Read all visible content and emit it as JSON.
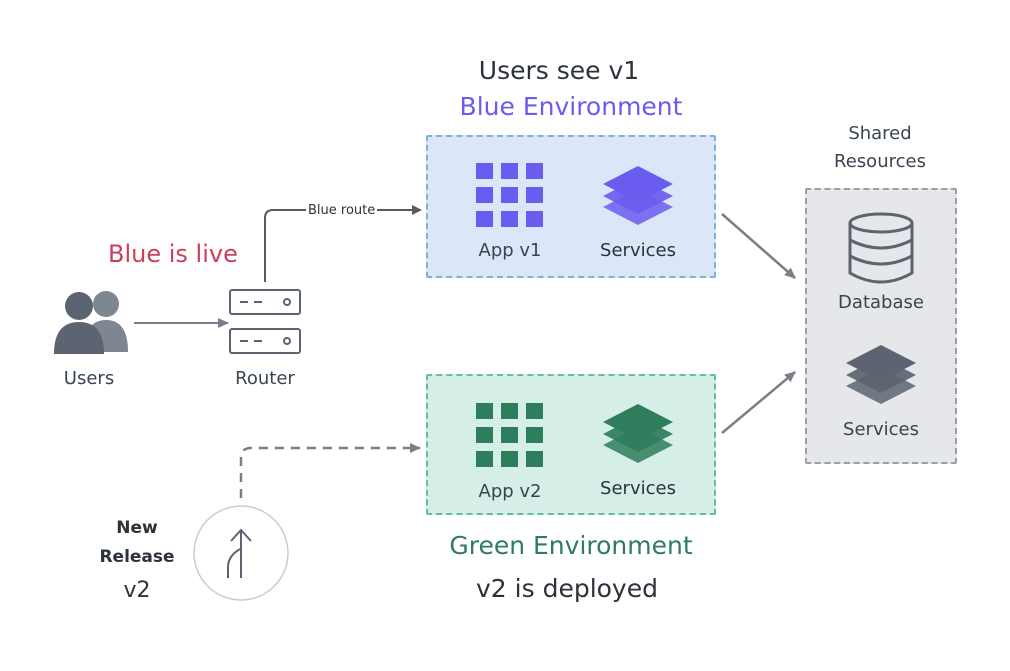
{
  "header": {
    "users_see": "Users see v1",
    "blue_env_title": "Blue Environment"
  },
  "status": {
    "blue_live": "Blue is live"
  },
  "nodes": {
    "users": "Users",
    "router": "Router",
    "route_label": "Blue route",
    "new_release_line1": "New",
    "new_release_line2": "Release",
    "new_release_version": "v2"
  },
  "blue_env": {
    "app_label": "App v1",
    "services_label": "Services"
  },
  "green_env": {
    "app_label": "App v2",
    "services_label": "Services",
    "title": "Green Environment",
    "deployed": "v2 is deployed"
  },
  "shared": {
    "title_line1": "Shared",
    "title_line2": "Resources",
    "database_label": "Database",
    "services_label": "Services"
  },
  "colors": {
    "blue_accent": "#6b5cf0",
    "green_accent": "#2e7d5c",
    "live_red": "#cc3f5a",
    "icon_gray": "#5b6470",
    "arrow_gray": "#7a7f87",
    "blue_box_fill": "#dbe7f8",
    "green_box_fill": "#d5eee8",
    "shared_box_fill": "#e6e7ea"
  }
}
